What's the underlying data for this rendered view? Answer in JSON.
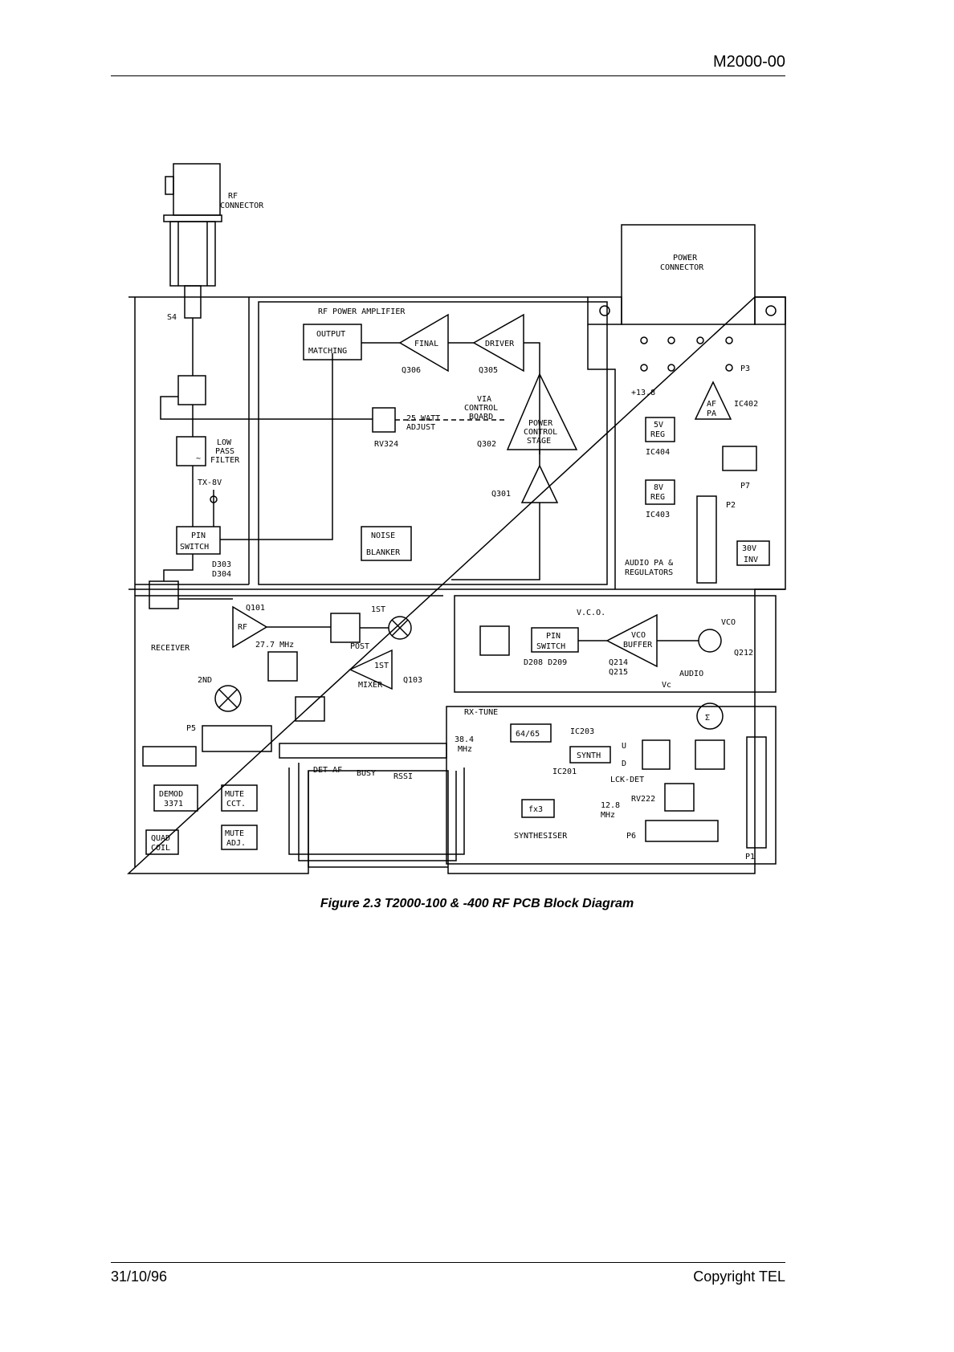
{
  "header": {
    "doc_ref": "M2000-00"
  },
  "caption": "Figure 2.3   T2000-100 & -400 RF PCB Block Diagram",
  "footer": {
    "date": "31/10/96",
    "copyright": "Copyright TEL"
  },
  "diagram": {
    "rf_connector": "RF CONNECTOR",
    "rf_connector_l1": "RF",
    "rf_connector_l2": "CONNECTOR",
    "s4": "S4",
    "power_connector_l1": "POWER",
    "power_connector_l2": "CONNECTOR",
    "rf_power_amplifier": "RF POWER AMPLIFIER",
    "output_l1": "OUTPUT",
    "output_l2": "MATCHING",
    "final": "FINAL",
    "driver": "DRIVER",
    "q306": "Q306",
    "q305": "Q305",
    "via_l1": "VIA",
    "via_l2": "CONTROL",
    "via_l3": "BOARD",
    "watt_l1": "25 WATT",
    "watt_l2": "ADJUST",
    "rv324": "RV324",
    "q302": "Q302",
    "pcs_l1": "POWER",
    "pcs_l2": "CONTROL",
    "pcs_l3": "STAGE",
    "q301": "Q301",
    "lpf_l1": "LOW",
    "lpf_l2": "PASS",
    "lpf_l3": "FILTER",
    "tx8v": "TX-8V",
    "pin_l1": "PIN",
    "pin_l2": "SWITCH",
    "d303": "D303",
    "d304": "D304",
    "noise_l1": "NOISE",
    "noise_l2": "BLANKER",
    "p3": "P3",
    "v138": "+13.8",
    "af_l1": "AF",
    "af_l2": "PA",
    "ic402": "IC402",
    "reg5_l1": "5V",
    "reg5_l2": "REG",
    "ic404": "IC404",
    "p7": "P7",
    "reg8_l1": "8V",
    "reg8_l2": "REG",
    "ic403": "IC403",
    "p2": "P2",
    "inv_l1": "30V",
    "inv_l2": "INV",
    "apr_l1": "AUDIO PA &",
    "apr_l2": "REGULATORS",
    "q101": "Q101",
    "rf": "RF",
    "first": "1ST",
    "receiver": "RECEIVER",
    "mhz277": "27.7 MHz",
    "post": "POST",
    "mixer1st": "1ST",
    "mixer": "MIXER",
    "q103": "Q103",
    "second": "2ND",
    "p5": "P5",
    "vco_title": "V.C.O.",
    "vco_pin_l1": "PIN",
    "vco_pin_l2": "SWITCH",
    "d208": "D208 D209",
    "buf_l1": "VCO",
    "buf_l2": "BUFFER",
    "q214": "Q214",
    "q215": "Q215",
    "vco": "VCO",
    "q212": "Q212",
    "audio": "AUDIO",
    "vc": "Vc",
    "rxtune": "RX-TUNE",
    "div": "64/65",
    "ic203": "IC203",
    "mhz384_l1": "38.4",
    "mhz384_l2": "MHz",
    "synth": "SYNTH",
    "u": "U",
    "d": "D",
    "ic201": "IC201",
    "lckdet": "LCK-DET",
    "rv222": "RV222",
    "fx3": "fx3",
    "mhz128_l1": "12.8",
    "mhz128_l2": "MHz",
    "p6": "P6",
    "synthesiser": "SYNTHESISER",
    "p1": "P1",
    "detaf": "DET AF",
    "busy": "BUSY",
    "rssi": "RSSI",
    "demod_l1": "DEMOD",
    "demod_l2": "3371",
    "mute_l1": "MUTE",
    "mute_l2": "CCT.",
    "adj_l1": "MUTE",
    "adj_l2": "ADJ.",
    "quad_l1": "QUAD",
    "quad_l2": "COIL"
  }
}
